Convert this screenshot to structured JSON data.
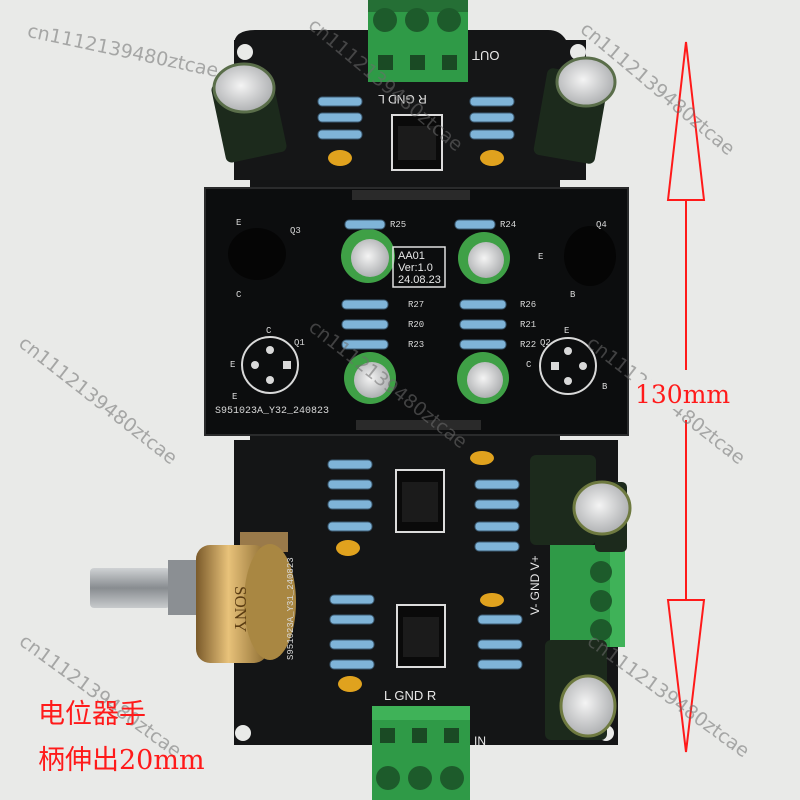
{
  "board": {
    "out_label": "OUT",
    "out_channels": "R GND L",
    "sub_board_lines": [
      "AA01",
      "Ver:1.0",
      "24.08.23"
    ],
    "sub_board_code": "S951023A_Y32_240823",
    "main_board_code": "S951023A_Y31_240823",
    "power_label": "V- GND V+",
    "in_channels": "L GND R",
    "in_label": "IN",
    "transistor_refs": [
      "Q3",
      "Q4",
      "Q1",
      "Q2"
    ],
    "resistor_refs": [
      "R25",
      "R24",
      "R27",
      "R26",
      "R20",
      "R21",
      "R23",
      "R22"
    ],
    "pin_letters": [
      "E",
      "C",
      "E",
      "B",
      "C",
      "E",
      "E",
      "B",
      "C",
      "E"
    ],
    "pot_text": "SONY"
  },
  "annotations": {
    "dimension": "130mm",
    "caption_line1": "电位器手",
    "caption_line2": "柄伸出20mm"
  },
  "watermarks": [
    "cn1112139480ztcae",
    "cn1112139480ztcae",
    "cn1112139480ztcae",
    "cn1112139480ztcae",
    "cn1112139480ztcae",
    "cn1112139480ztcae",
    "cn1112139480ztcae",
    "cn1112139480ztcae"
  ],
  "colors": {
    "pcb": "#121314",
    "terminal_green": "#2f9a47",
    "annotation_red": "#ff1a1a",
    "capacitor_green": "#3fa046",
    "electrolytic_black": "#1c2a1c"
  }
}
